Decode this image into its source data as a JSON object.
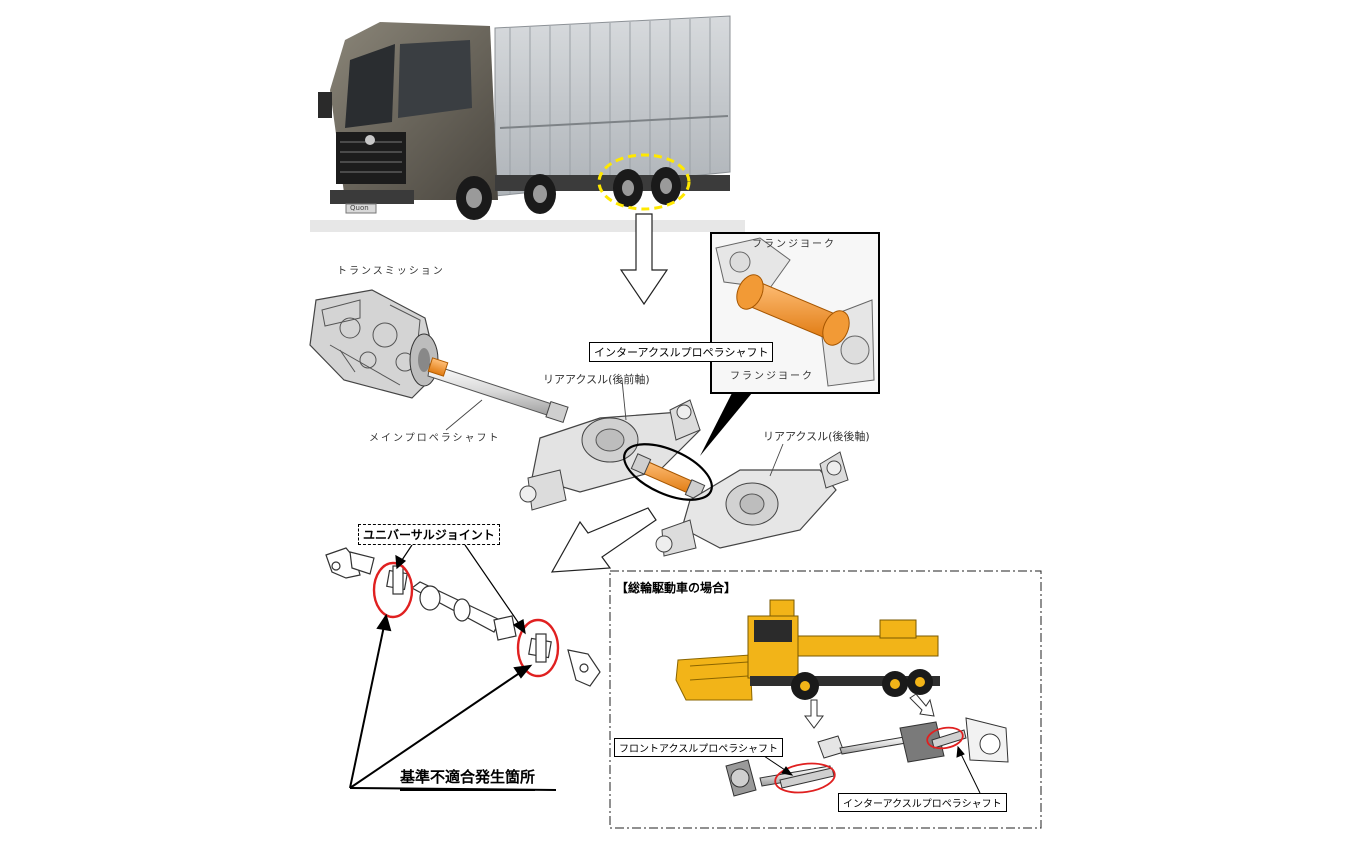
{
  "labels": {
    "transmission": "トランスミッション",
    "flange_yoke_top": "フランジヨーク",
    "flange_yoke_bottom": "フランジヨーク",
    "inter_axle_shaft": "インターアクスルプロペラシャフト",
    "rear_axle_front": "リアアクスル(後前軸)",
    "rear_axle_rear": "リアアクスル(後後軸)",
    "main_shaft": "メインプロペラシャフト",
    "universal_joint": "ユニバーサルジョイント",
    "fault_location": "基準不適合発生箇所",
    "awd_title": "【総輪駆動車の場合】",
    "front_axle_shaft": "フロントアクスルプロペラシャフト",
    "inter_axle_shaft_awd": "インターアクスルプロペラシャフト",
    "truck_badge": "Quon"
  },
  "colors": {
    "highlight_orange": "#f0922e",
    "callout_yellow": "#ffe800",
    "circle_red": "#e02020",
    "awd_truck_yellow": "#f2b418"
  }
}
